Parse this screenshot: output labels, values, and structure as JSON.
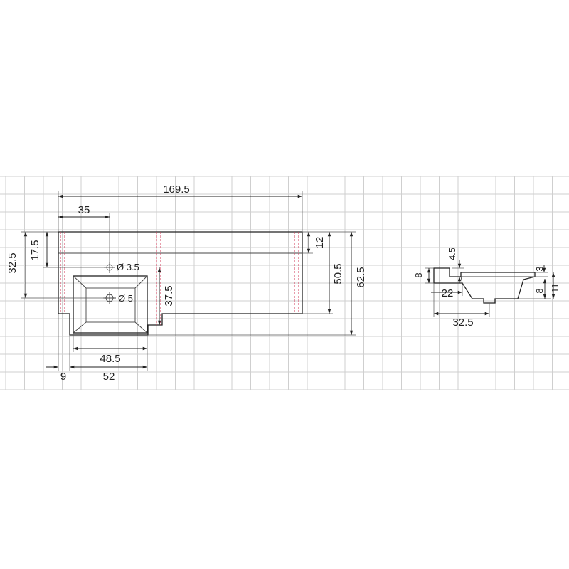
{
  "dimensions": {
    "total_length": "169.5",
    "tap_offset": "35",
    "depth_left_outer": "32.5",
    "depth_left_inner": "17.5",
    "tap_hole": "Ø 3.5",
    "drain_hole": "Ø 5",
    "basin_depth": "37.5",
    "back_rim": "12",
    "depth_right": "50.5",
    "total_depth": "62.5",
    "basin_width": "48.5",
    "left_margin": "9",
    "basin_outer": "52",
    "side_height_top": "4.5",
    "side_height_left": "8",
    "side_rim": "3",
    "side_bowl": "8",
    "side_total": "11",
    "side_inner": "22",
    "side_depth": "32.5"
  }
}
